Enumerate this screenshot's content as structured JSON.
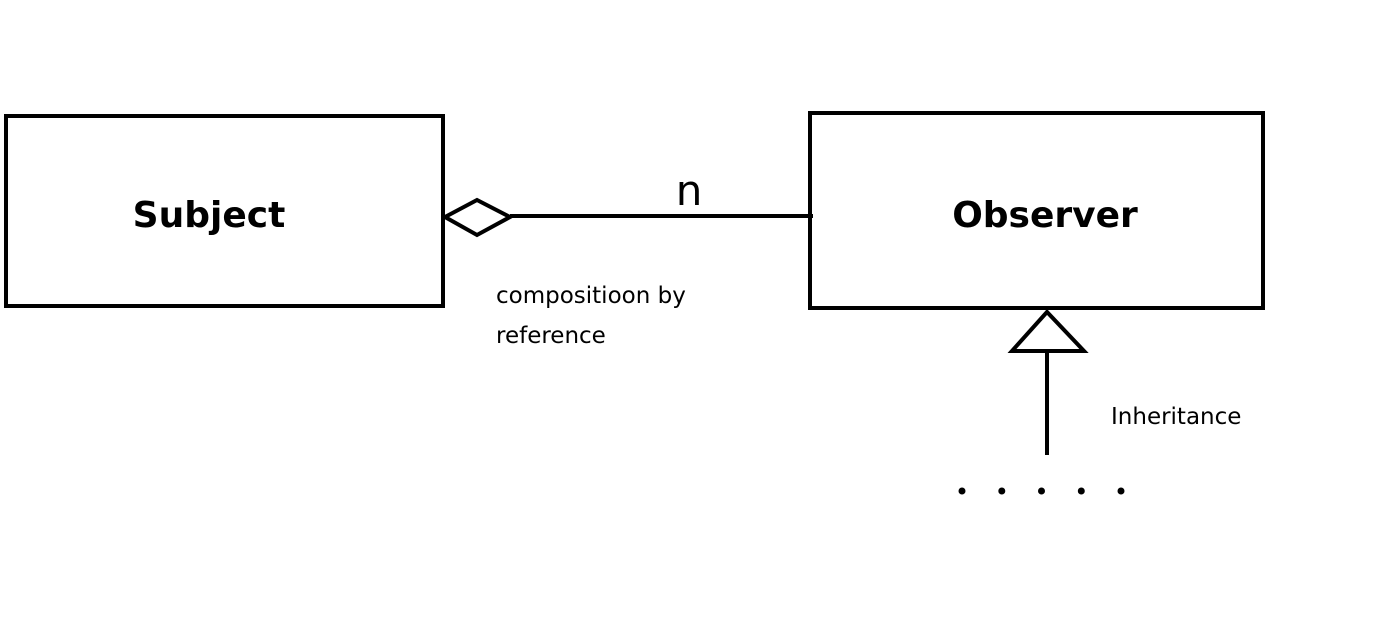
{
  "subject_box": {
    "title": "Subject"
  },
  "observer_box": {
    "title": "Observer"
  },
  "association": {
    "multiplicity": "n",
    "label_line1": "compositioon by",
    "label_line2": "reference"
  },
  "inheritance": {
    "label": "Inheritance",
    "ellipsis_dot_count": 5
  },
  "colors": {
    "stroke": "#000000",
    "fill": "#ffffff"
  }
}
